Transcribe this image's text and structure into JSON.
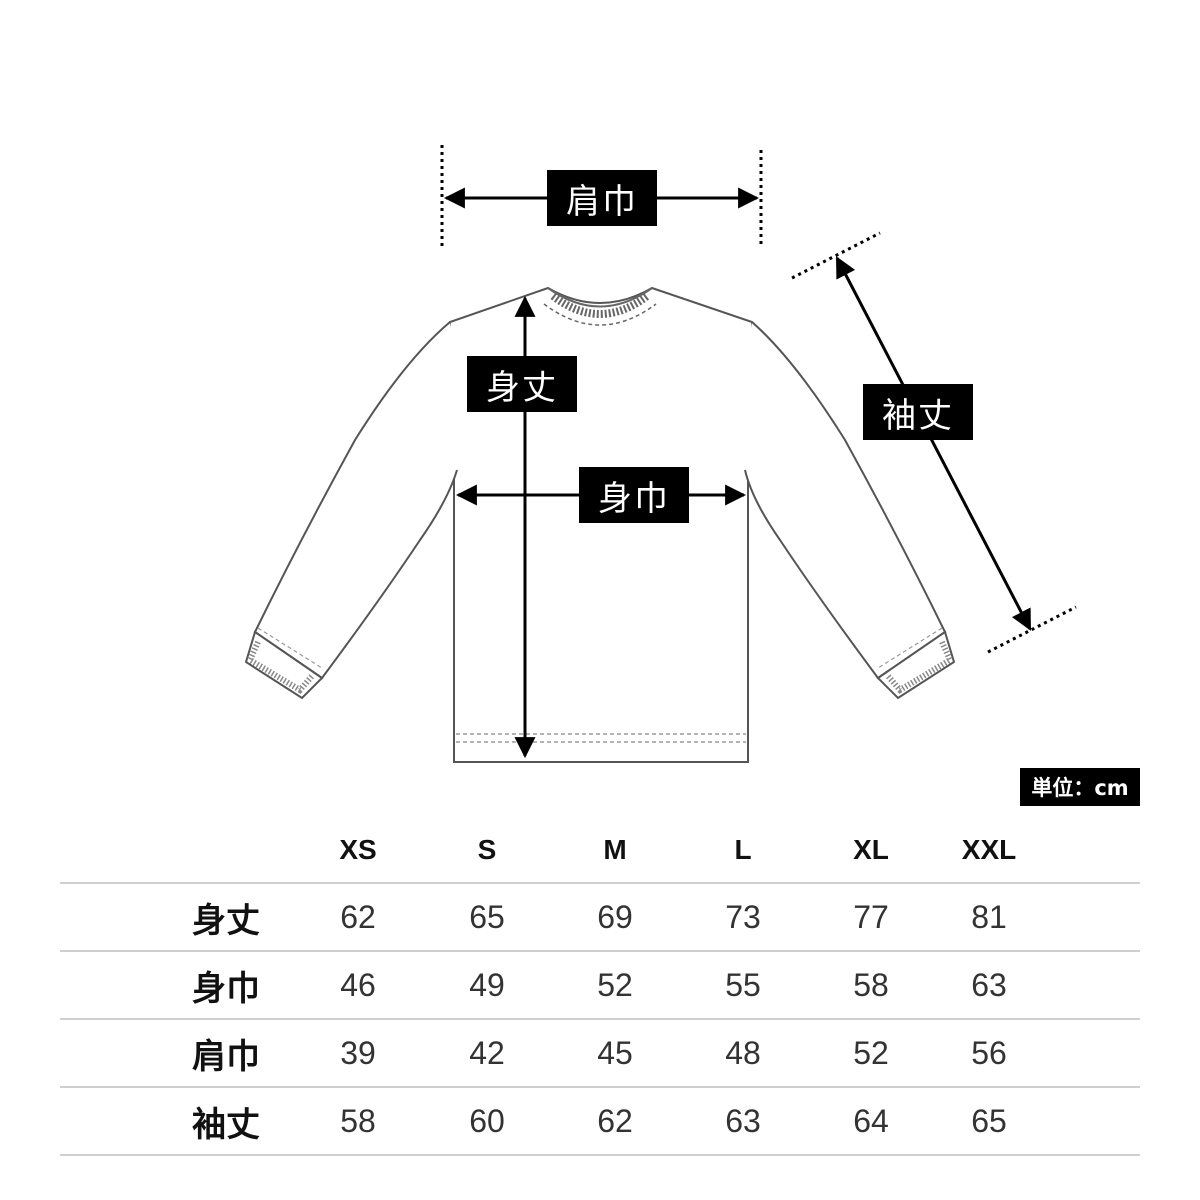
{
  "labels": {
    "shoulder_width": "肩巾",
    "body_length": "身丈",
    "body_width": "身巾",
    "sleeve_length": "袖丈"
  },
  "unit": "単位：cm",
  "table": {
    "sizes": [
      "XS",
      "S",
      "M",
      "L",
      "XL",
      "XXL"
    ],
    "rows": [
      {
        "name": "身丈",
        "values": [
          "62",
          "65",
          "69",
          "73",
          "77",
          "81"
        ]
      },
      {
        "name": "身巾",
        "values": [
          "46",
          "49",
          "52",
          "55",
          "58",
          "63"
        ]
      },
      {
        "name": "肩巾",
        "values": [
          "39",
          "42",
          "45",
          "48",
          "52",
          "56"
        ]
      },
      {
        "name": "袖丈",
        "values": [
          "58",
          "60",
          "62",
          "63",
          "64",
          "65"
        ]
      }
    ]
  }
}
